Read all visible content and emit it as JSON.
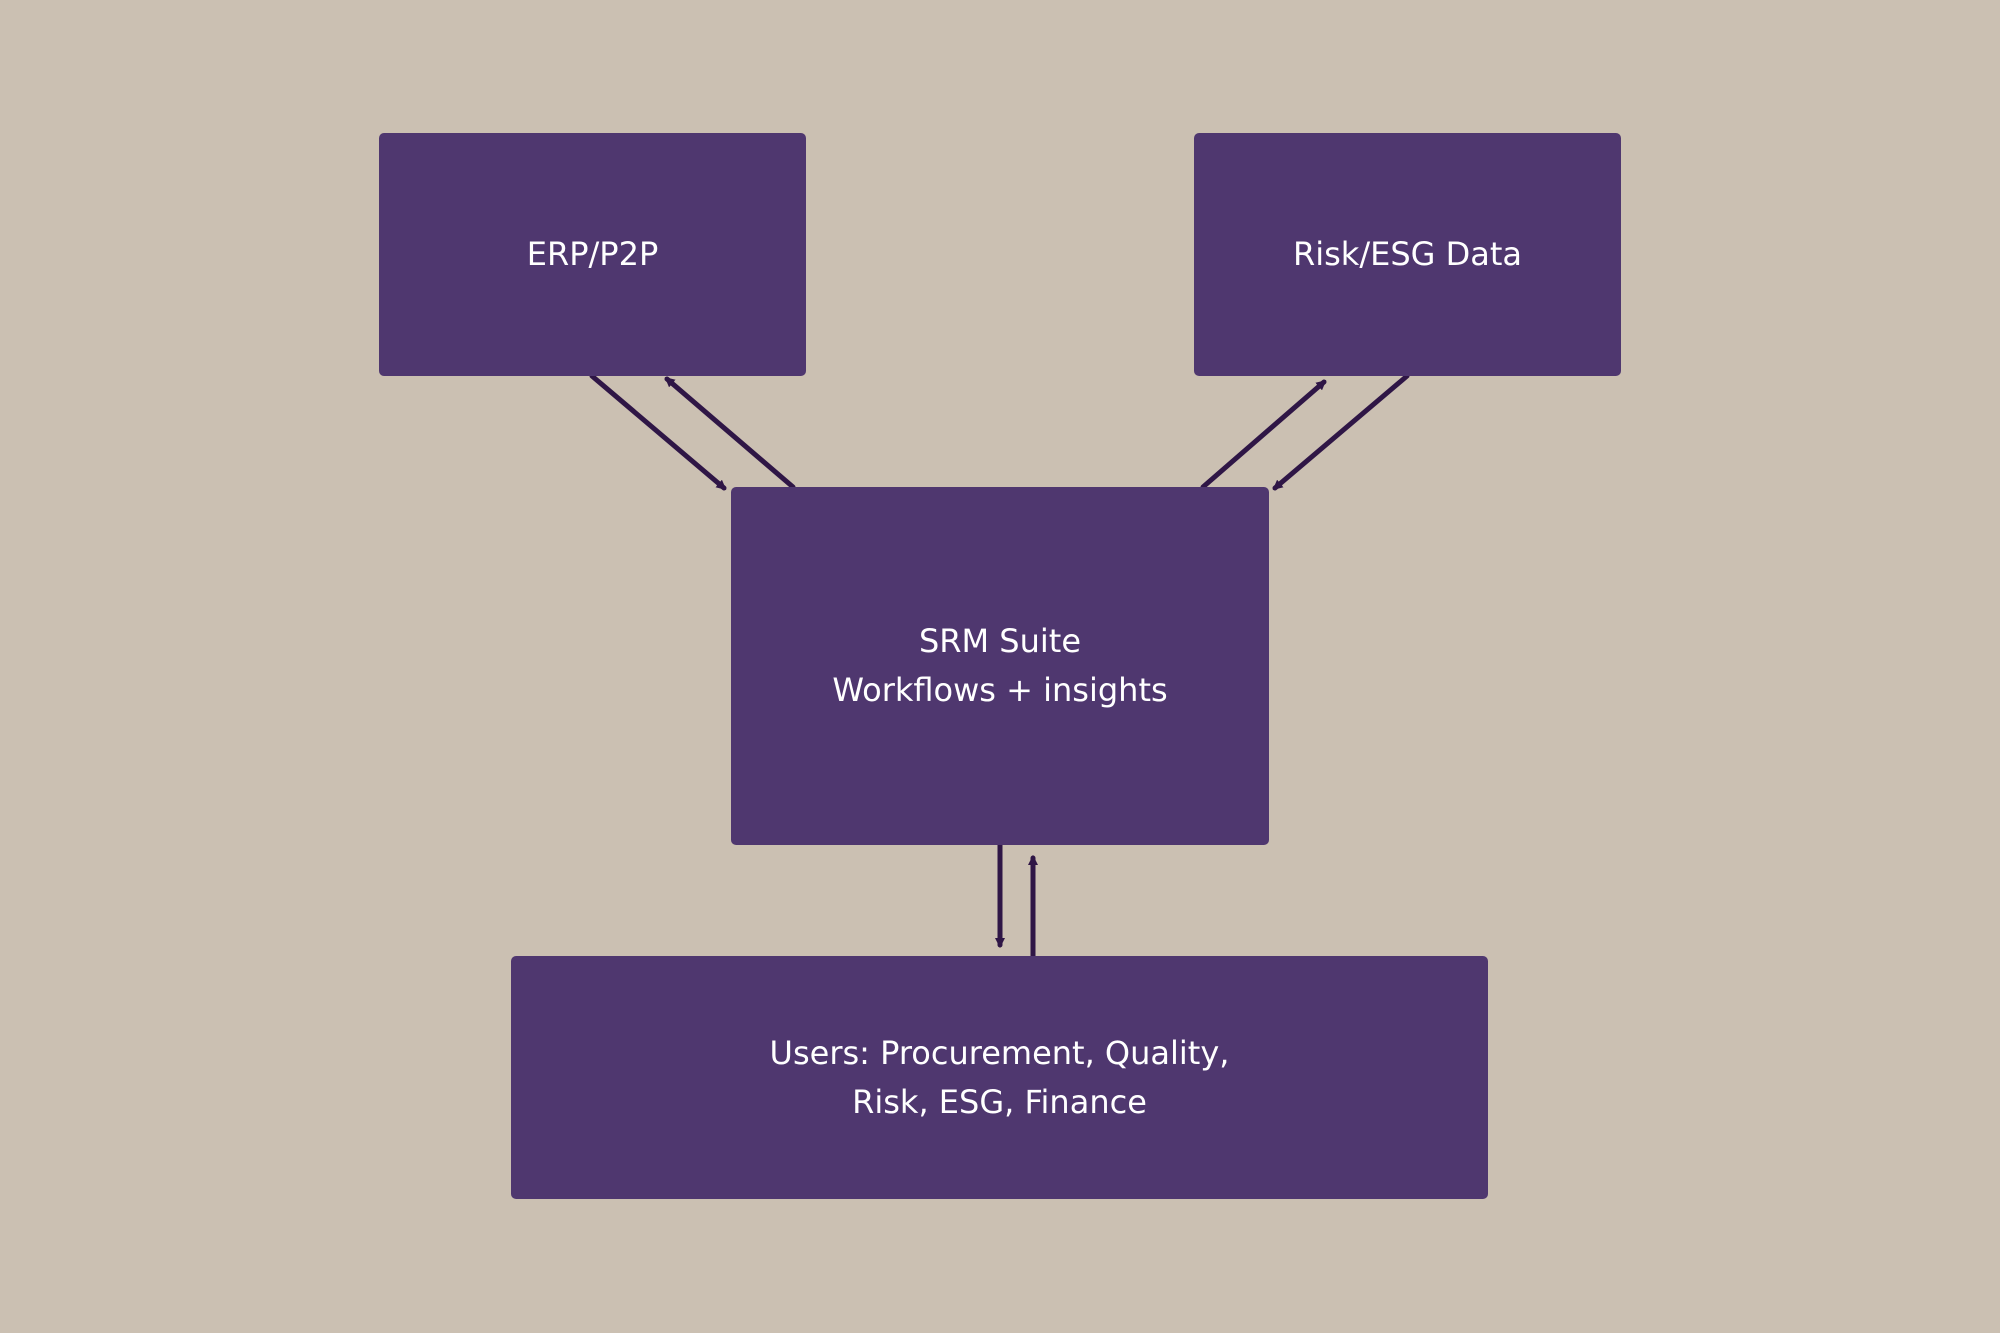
{
  "colors": {
    "background": "#cbc0b2",
    "node_fill": "#4f376f",
    "node_text": "#ffffff",
    "connector": "#2f1646"
  },
  "nodes": {
    "erp": {
      "label": "ERP/P2P"
    },
    "risk": {
      "label": "Risk/ESG Data"
    },
    "srm": {
      "line1": "SRM Suite",
      "line2": "Workflows + insights"
    },
    "users": {
      "line1": "Users: Procurement, Quality,",
      "line2": "Risk, ESG, Finance"
    }
  },
  "edges": [
    {
      "from": "erp",
      "to": "srm"
    },
    {
      "from": "srm",
      "to": "erp"
    },
    {
      "from": "srm",
      "to": "risk"
    },
    {
      "from": "risk",
      "to": "srm"
    },
    {
      "from": "srm",
      "to": "users"
    },
    {
      "from": "users",
      "to": "srm"
    }
  ]
}
